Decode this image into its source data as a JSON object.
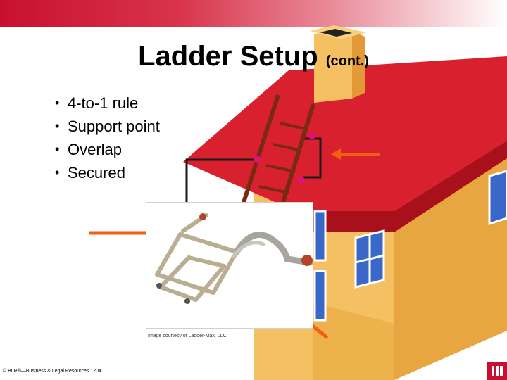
{
  "slide": {
    "title": "Ladder Setup",
    "title_suffix": "(cont.)",
    "bullets": [
      "4-to-1 rule",
      "Support point",
      "Overlap",
      "Secured"
    ],
    "image_credit": "Image courtesy of Ladder-Max, LLC",
    "footer": "© BLR®—Business & Legal Resources 1204"
  },
  "colors": {
    "accent": "#c8102e",
    "roof": "#d9202e",
    "wall": "#f5c062",
    "window": "#3a68c8",
    "arrow": "#f06010",
    "marker": "#e0107a",
    "ladder": "#7a2a12"
  },
  "icons": [
    "ladder-stabilizer-photo",
    "house-illustration",
    "corner-logo-icon"
  ]
}
